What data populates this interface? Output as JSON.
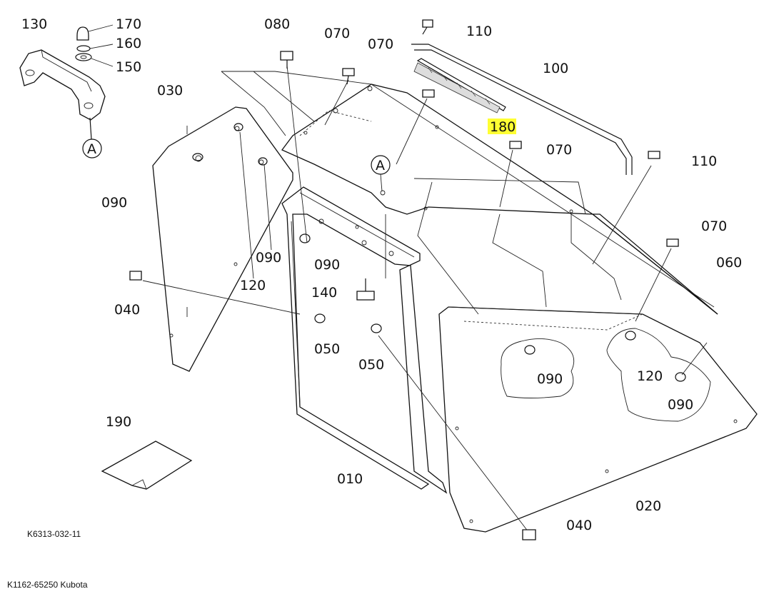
{
  "drawing_code": "K6313-032-11",
  "footer_text": "K1162-65250 Kubota",
  "highlight_color": "#ffff33",
  "reference_marker": "A",
  "callouts": {
    "p130": "130",
    "p170": "170",
    "p160": "160",
    "p150": "150",
    "p030": "030",
    "p080": "080",
    "p070a": "070",
    "p070b": "070",
    "p110a": "110",
    "p100": "100",
    "p180": "180",
    "p070c": "070",
    "p110b": "110",
    "p090a": "090",
    "p090b": "090",
    "p090c": "090",
    "p120a": "120",
    "p040a": "040",
    "p140": "140",
    "p050a": "050",
    "p050b": "050",
    "p070d": "070",
    "p060": "060",
    "p090d": "090",
    "p120b": "120",
    "p090e": "090",
    "p190": "190",
    "p010": "010",
    "p020": "020",
    "p040b": "040"
  }
}
